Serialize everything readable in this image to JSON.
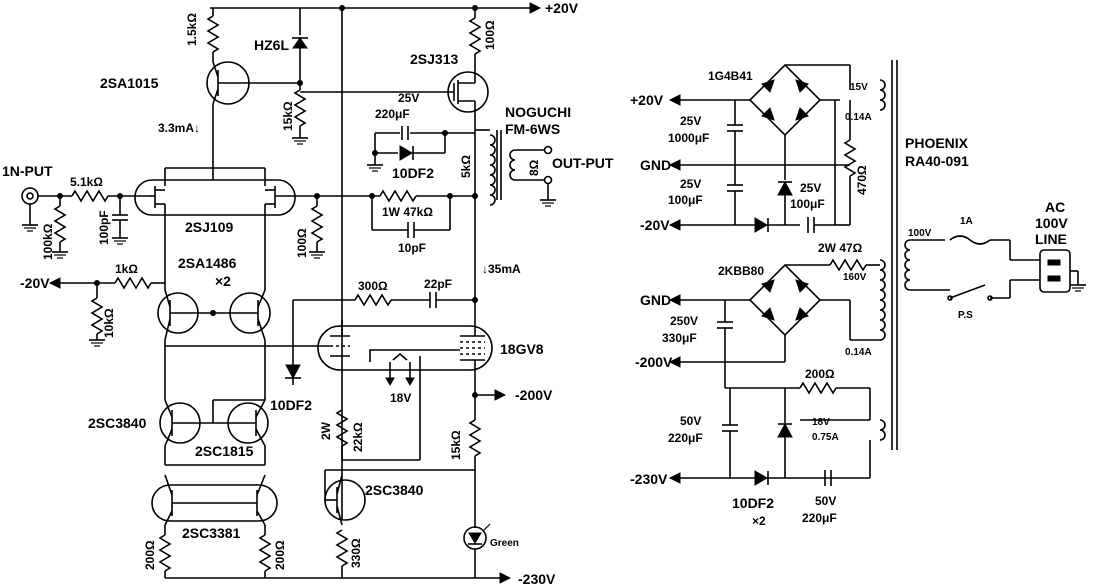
{
  "rails": {
    "plus20": "+20V",
    "minus20": "-20V",
    "minus200": "-200V",
    "minus230": "-230V"
  },
  "amp": {
    "r_1k5": "1.5kΩ",
    "zener": "HZ6L",
    "r_100_drain": "100Ω",
    "mosfet": "2SJ313",
    "pnp_ref": "2SA1015",
    "r_15k_ref": "15kΩ",
    "cap_220u_volt": "25V",
    "cap_220u_val": "220μF",
    "diode_10df2_top": "10DF2",
    "current_3m3": "3.3mA↓",
    "input": "1N-PUT",
    "r_5k1": "5.1kΩ",
    "r_100k": "100kΩ",
    "c_100p": "100pF",
    "dual_jfet": "2SJ109",
    "r_100_gate": "100Ω",
    "r_47k": "1W 47kΩ",
    "c_10p": "10pF",
    "transformer_brand": "NOGUCHI",
    "transformer_model": "FM-6WS",
    "r_5k": "5kΩ",
    "r_8": "8Ω",
    "output": "OUT-PUT",
    "current_35m": "↓35mA",
    "r_1k": "1kΩ",
    "r_10k": "10kΩ",
    "pnp_pair": "2SA1486",
    "pnp_pair_count": "×2",
    "r_300": "300Ω",
    "c_22p": "22pF",
    "tube": "18GV8",
    "heater": "18V",
    "diode_10df2_mid": "10DF2",
    "npn_3840_a": "2SC3840",
    "npn_1815": "2SC1815",
    "r_2w22k_a": "2W",
    "r_2w22k_b": "22kΩ",
    "r_15k_led": "15kΩ",
    "npn_3840_b": "2SC3840",
    "npn_3381": "2SC3381",
    "r_200_left": "200Ω",
    "r_200_right": "200Ω",
    "r_330": "330Ω",
    "led": "Green"
  },
  "psu": {
    "bridge1": "1G4B41",
    "plus20": "+20V",
    "cap1_volt": "25V",
    "cap1_val": "1000μF",
    "gnd1": "GND",
    "cap2_volt": "25V",
    "cap2_val": "100μF",
    "minus20": "-20V",
    "cap3_volt": "25V",
    "cap3_val": "100μF",
    "r_470": "470Ω",
    "sec_15v": "15V",
    "sec_014a": "0.14A",
    "transformer_brand": "PHOENIX",
    "transformer_model": "RA40-091",
    "r_2w47": "2W 47Ω",
    "bridge2": "2KBB80",
    "sec_160v": "160V",
    "sec_014a_b": "0.14A",
    "gnd2": "GND",
    "cap4_volt": "250V",
    "cap4_val": "330μF",
    "minus200": "-200V",
    "r_200": "200Ω",
    "cap5_volt": "50V",
    "cap5_val": "220μF",
    "sec_18v": "18V",
    "sec_075a": "0.75A",
    "minus230": "-230V",
    "diode": "10DF2",
    "diode_count": "×2",
    "cap6_volt": "50V",
    "cap6_val": "220μF",
    "prim_100v": "100V",
    "fuse": "1A",
    "switch": "P.S",
    "ac1": "AC",
    "ac2": "100V",
    "ac3": "LINE"
  }
}
